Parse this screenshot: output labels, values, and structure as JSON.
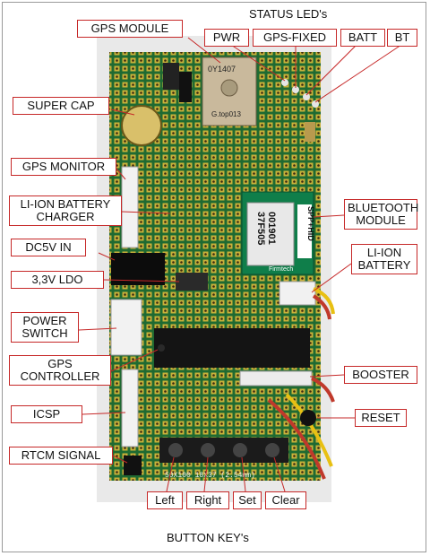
{
  "labels": {
    "status_leds": "STATUS LED's",
    "gps_module": "GPS MODULE",
    "pwr": "PWR",
    "gps_fixed": "GPS-FIXED",
    "batt": "BATT",
    "bt": "BT",
    "super_cap": "SUPER CAP",
    "gps_monitor": "GPS MONITOR",
    "liion_charger_line1": "LI-ION BATTERY",
    "liion_charger_line2": "CHARGER",
    "dc5v_in": "DC5V IN",
    "ldo": "3,3V LDO",
    "power_switch_line1": "POWER",
    "power_switch_line2": "SWITCH",
    "gps_controller_line1": "GPS",
    "gps_controller_line2": "CONTROLLER",
    "icsp": "ICSP",
    "rtcm_signal": "RTCM SIGNAL",
    "bluetooth_line1": "BLUETOOTH",
    "bluetooth_line2": "MODULE",
    "liion_battery_line1": "LI-ION",
    "liion_battery_line2": "BATTERY",
    "booster": "BOOSTER",
    "reset": "RESET",
    "left": "Left",
    "right": "Right",
    "set": "Set",
    "clear": "Clear",
    "button_keys": "BUTTON KEY's"
  },
  "board_text": {
    "gps_chip_code": "0Y1407",
    "gps_chip_brand": "G.top013",
    "bt_chip_line1": "001901",
    "bt_chip_line2": "37F505",
    "bt_chip_side": "SPP+HID",
    "bt_chip_vendor": "Firmtech",
    "silk_bottom": "50X100  18X37 (2.54mm)"
  },
  "colors": {
    "callout_border": "#c62828",
    "leader_line": "#c62828",
    "pcb_green": "#1f6a32"
  }
}
